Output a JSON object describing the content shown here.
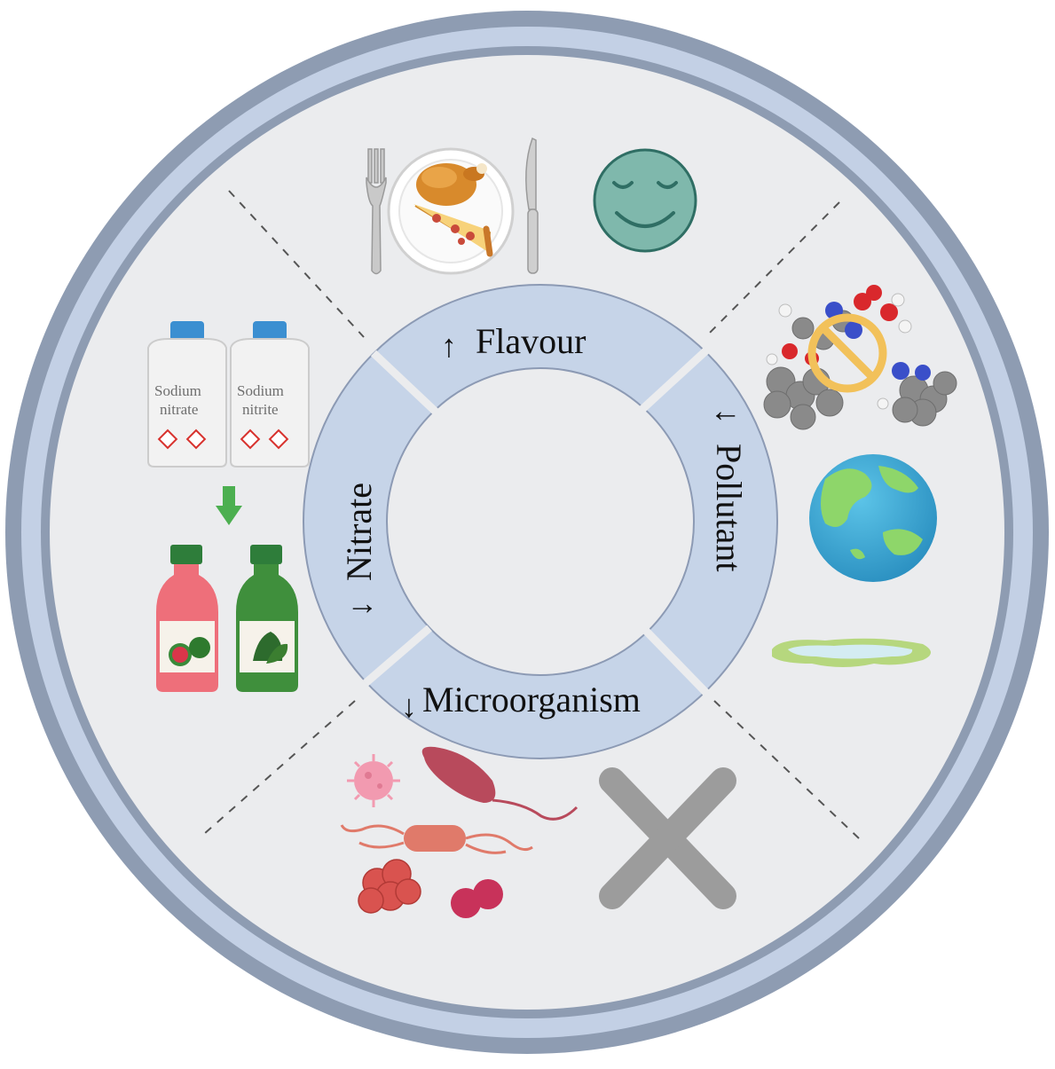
{
  "center_ring": {
    "flavour": {
      "arrow": "↑",
      "label": "Flavour"
    },
    "pollutant": {
      "arrow": "↓",
      "label": "Pollutant"
    },
    "microorganism": {
      "arrow": "↓",
      "label": "Microorganism"
    },
    "nitrate": {
      "arrow": "↓",
      "label": "Nitrate"
    }
  },
  "bottles": {
    "left": {
      "line1": "Sodium",
      "line2": "nitrate"
    },
    "right": {
      "line1": "Sodium",
      "line2": "nitrite"
    }
  },
  "colors": {
    "outer_ring": "#8e9cb2",
    "ring_band": "#c3d0e5",
    "inner_disc": "#ebecee",
    "segment_ring": "#c6d4e8",
    "accent_green": "#4caf50"
  }
}
